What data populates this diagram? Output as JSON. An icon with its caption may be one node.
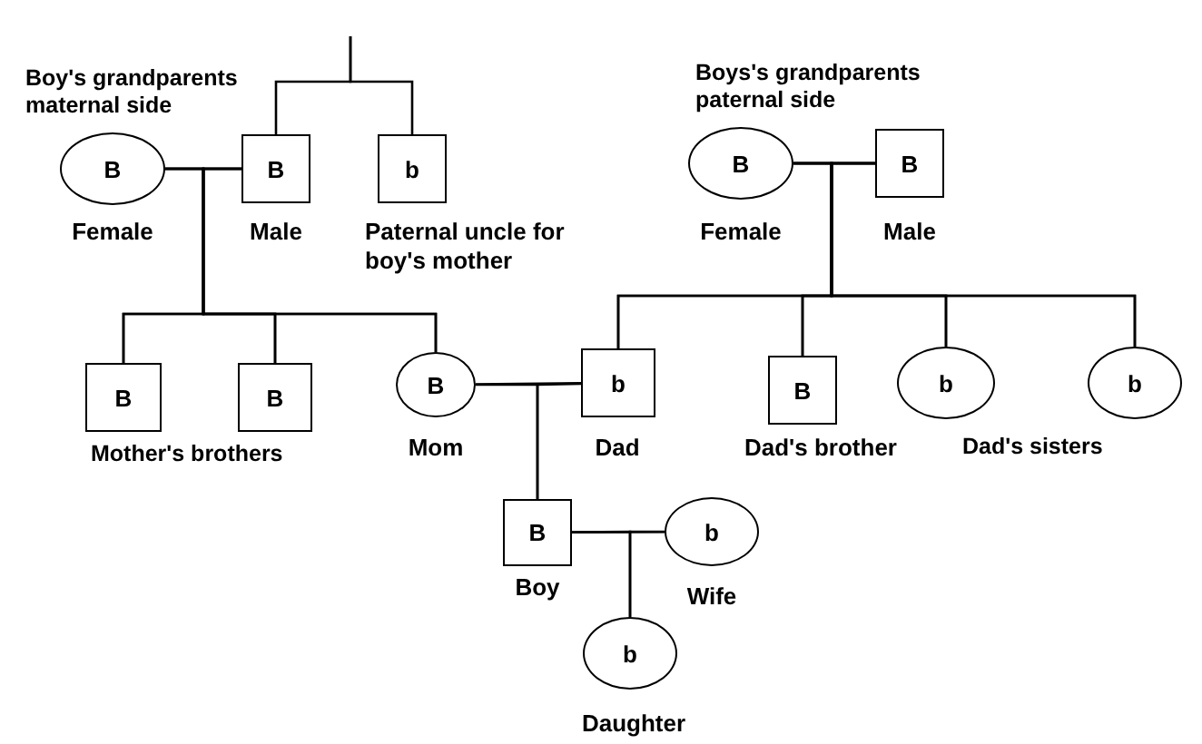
{
  "diagram": {
    "nodes": [
      {
        "text": [
          "B"
        ],
        "beside": [
          "Female"
        ]
      },
      {
        "text": [
          "B"
        ],
        "beside": [
          "Male"
        ]
      },
      {
        "text": [
          "b"
        ],
        "beside": [
          "Paternal uncle for boy's mother"
        ]
      },
      {
        "text": [
          "B"
        ],
        "beside": [
          "Female"
        ]
      },
      {
        "text": [
          "B"
        ],
        "beside": [
          "Male"
        ]
      },
      {
        "text": [
          "B"
        ]
      },
      {
        "text": [
          "B"
        ]
      },
      {
        "text": [
          "B"
        ],
        "beside": [
          "Mom"
        ]
      },
      {
        "text": [
          "b"
        ],
        "beside": [
          "Dad"
        ]
      },
      {
        "text": [
          "B"
        ],
        "beside": [
          "Dad's brother"
        ]
      },
      {
        "text": [
          "b"
        ]
      },
      {
        "text": [
          "b"
        ]
      },
      {
        "text": [
          "B"
        ],
        "beside": [
          "Boy"
        ]
      },
      {
        "text": [
          "b"
        ],
        "beside": [
          "Wife"
        ]
      },
      {
        "text": [
          "b"
        ],
        "beside": [
          "Daughter"
        ]
      }
    ],
    "edges": [
      {
        "from": null,
        "to": 1,
        "arrow": "none"
      },
      {
        "from": null,
        "to": 2,
        "arrow": "none"
      },
      {
        "from": 0,
        "to": 1,
        "arrow": "none"
      },
      {
        "from": 0,
        "to": 5,
        "arrow": "none"
      },
      {
        "from": 1,
        "to": 5,
        "arrow": "none"
      },
      {
        "from": 0,
        "to": 6,
        "arrow": "none"
      },
      {
        "from": 1,
        "to": 6,
        "arrow": "none"
      },
      {
        "from": 0,
        "to": 7,
        "arrow": "none"
      },
      {
        "from": 1,
        "to": 7,
        "arrow": "none"
      },
      {
        "from": 3,
        "to": 4,
        "arrow": "none"
      },
      {
        "from": 3,
        "to": 8,
        "arrow": "none"
      },
      {
        "from": 4,
        "to": 8,
        "arrow": "none"
      },
      {
        "from": 3,
        "to": 9,
        "arrow": "none"
      },
      {
        "from": 4,
        "to": 9,
        "arrow": "none"
      },
      {
        "from": 3,
        "to": 10,
        "arrow": "none"
      },
      {
        "from": 4,
        "to": 10,
        "arrow": "none"
      },
      {
        "from": 3,
        "to": 11,
        "arrow": "none"
      },
      {
        "from": 4,
        "to": 11,
        "arrow": "none"
      },
      {
        "from": 7,
        "to": 8,
        "arrow": "none"
      },
      {
        "from": 7,
        "to": 12,
        "arrow": "none"
      },
      {
        "from": 8,
        "to": 12,
        "arrow": "none"
      },
      {
        "from": 12,
        "to": 13,
        "arrow": "none"
      },
      {
        "from": 12,
        "to": 14,
        "arrow": "none"
      },
      {
        "from": 13,
        "to": 14,
        "arrow": "none"
      }
    ],
    "labels": [
      "Boy's grandparents maternal side",
      "Boys's grandparents paternal side",
      "Mother's brothers",
      "Dad's sisters"
    ]
  }
}
